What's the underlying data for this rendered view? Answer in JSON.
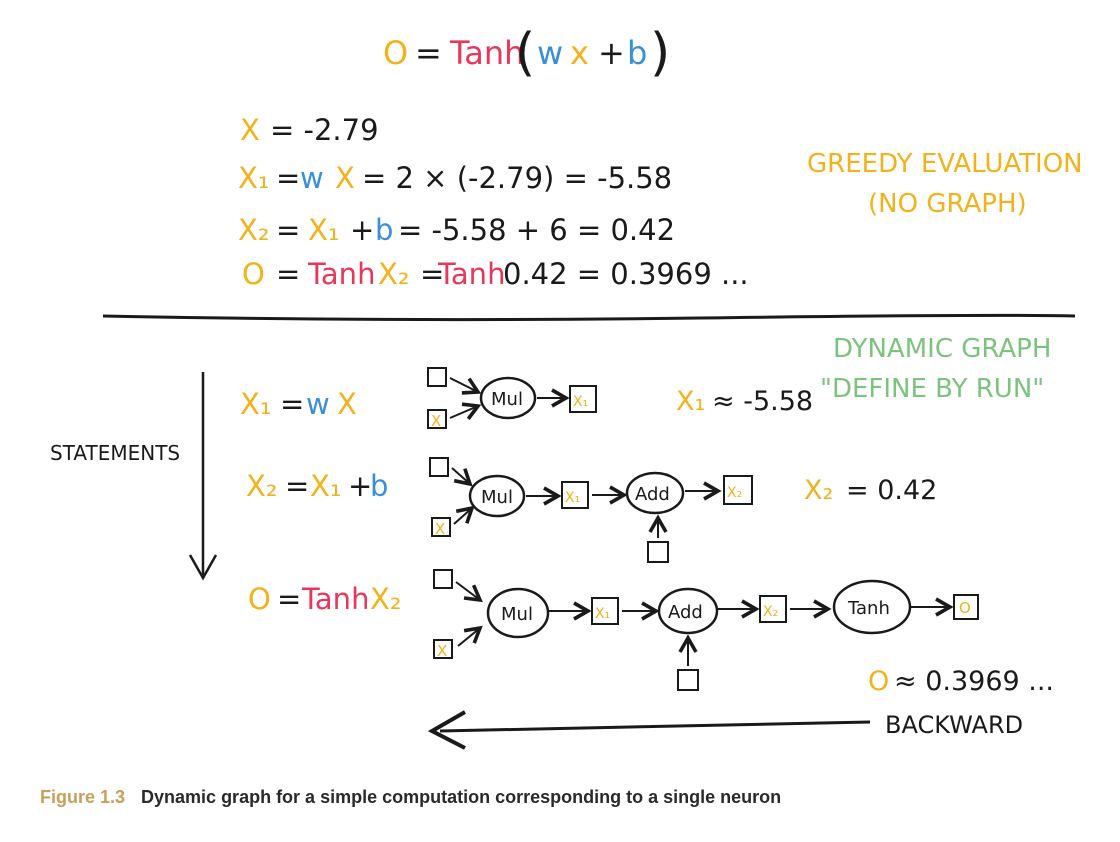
{
  "colors": {
    "yellow": "#f2b21c",
    "red": "#e8375a",
    "blue": "#3a8fd6",
    "green": "#7cc47e",
    "orange": "#f2b21c",
    "ink": "#1a1a1a",
    "caption_number": "#c9a05a"
  },
  "formula": {
    "o": "O",
    "eq": "=",
    "tanh": "Tanh",
    "open": "(",
    "w": "w",
    "x": "x",
    "plus": "+",
    "b": "b",
    "close": ")"
  },
  "greedy": {
    "line1": {
      "lhs": "X",
      "rhs": "= -2.79"
    },
    "line2": {
      "lhs": "X₁",
      "eq": "=",
      "w": "w",
      "x": "X",
      "rhs": "= 2 × (-2.79) = -5.58"
    },
    "line3": {
      "lhs": "X₂",
      "eq": "=",
      "x1": "X₁",
      "plus": "+",
      "b": "b",
      "rhs": "= -5.58 + 6 = 0.42"
    },
    "line4": {
      "lhs": "O",
      "eq": "=",
      "tanh": "Tanh",
      "x2": "X₂",
      "eq2": "=",
      "tanh2": "Tanh",
      "rhs": "0.42 = 0.3969 ..."
    },
    "label_line1": "GREEDY EVALUATION",
    "label_line2": "(NO GRAPH)"
  },
  "dynamic": {
    "label_line1": "DYNAMIC GRAPH",
    "label_line2": "\"DEFINE BY RUN\"",
    "statements_label": "STATEMENTS",
    "backward_label": "BACKWARD",
    "row1": {
      "lhs": "X₁",
      "eq": "=",
      "w": "w",
      "x": "X",
      "node_mul": "Mul",
      "result_lhs": "X₁",
      "result_rhs": "≈ -5.58",
      "out": "X₁"
    },
    "row2": {
      "lhs": "X₂",
      "eq": "=",
      "x1": "X₁",
      "plus": "+",
      "b": "b",
      "node_mul": "Mul",
      "node_add": "Add",
      "mid": "X₁",
      "out": "X₂",
      "result_lhs": "X₂",
      "result_rhs": "= 0.42"
    },
    "row3": {
      "lhs": "O",
      "eq": "=",
      "tanh": "Tanh",
      "x2": "X₂",
      "node_mul": "Mul",
      "node_add": "Add",
      "node_tanh": "Tanh",
      "mid1": "X₁",
      "mid2": "X₂",
      "out": "O",
      "result_lhs": "O",
      "result_rhs": "≈ 0.3969 ..."
    },
    "box_x": "X"
  },
  "caption": {
    "number": "Figure 1.3",
    "text": "Dynamic graph for a simple computation corresponding to a single neuron"
  }
}
